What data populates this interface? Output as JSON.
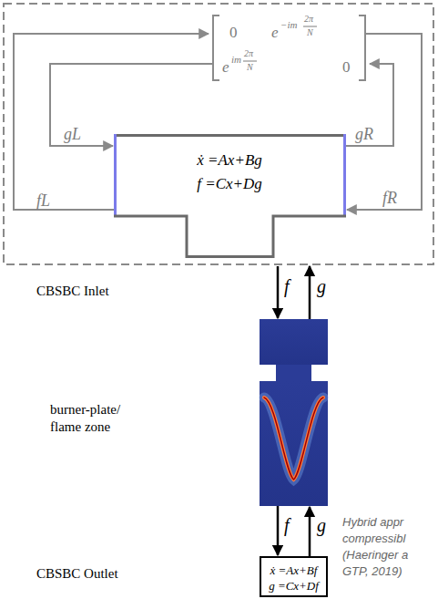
{
  "diagram": {
    "nodes": [
      {
        "text": [
          "0",
          "e",
          "−im",
          "2π",
          "N",
          "e",
          "im",
          "2π",
          "N",
          "0"
        ]
      },
      {
        "text": [
          "ẋ =Ax+Bg",
          "f =Cx+Dg"
        ]
      },
      {
        "text": [
          "burner-plate/ flame zone"
        ]
      },
      {
        "text": [
          "ẋ =Ax+Bf",
          "g =Cx+Df"
        ]
      }
    ],
    "edges": [
      {
        "from": 1,
        "to": 0,
        "label": "fL",
        "arrow": "to"
      },
      {
        "from": 0,
        "to": 1,
        "label": "gL",
        "arrow": "to"
      },
      {
        "from": 1,
        "to": 0,
        "label": "gR",
        "arrow": "to"
      },
      {
        "from": 0,
        "to": 1,
        "label": "fR",
        "arrow": "to"
      },
      {
        "from": 1,
        "to": 2,
        "label": "f",
        "arrow": "to"
      },
      {
        "from": 2,
        "to": 1,
        "label": "g",
        "arrow": "to"
      },
      {
        "from": 2,
        "to": 3,
        "label": "f",
        "arrow": "to"
      },
      {
        "from": 3,
        "to": 2,
        "label": "g",
        "arrow": "to"
      }
    ],
    "labels": [
      "CBSBC Inlet",
      "CBSBC Outlet",
      "Hybrid appr",
      "compressibl",
      "(Haeringer a",
      "GTP, 2019)"
    ]
  }
}
